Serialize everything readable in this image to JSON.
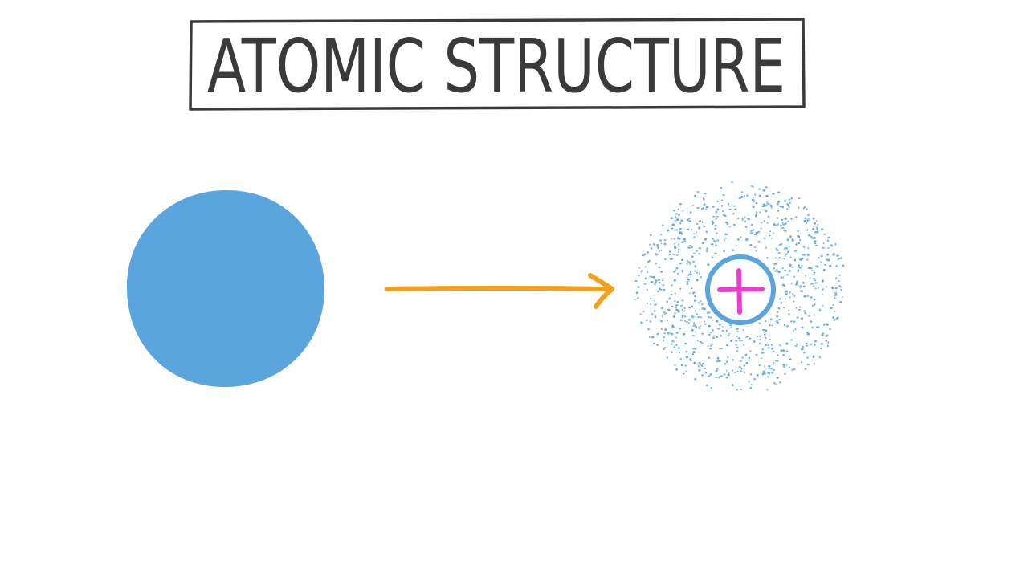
{
  "title": "ATOMIC STRUCTURE",
  "colors": {
    "background": "#ffffff",
    "title_ink": "#3a3a3a",
    "solid_sphere": "#5aa5de",
    "arrow": "#f0a21e",
    "electron_cloud": "#5aa5de",
    "nucleus_ring": "#5aa5de",
    "nucleus_sign": "#e83fd0"
  },
  "diagram": {
    "left_model": "solid-sphere",
    "connector": "arrow-right",
    "right_model": "nucleus-with-electron-cloud",
    "nucleus_charge": "+"
  }
}
